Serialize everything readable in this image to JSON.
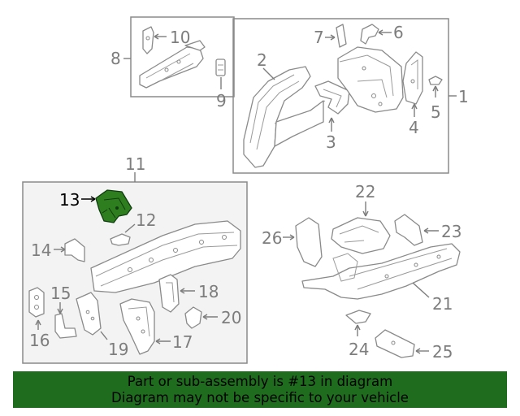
{
  "highlight_color": "#2e7d1e",
  "banner_color": "#1f6c1f",
  "callouts": {
    "c1": "1",
    "c2": "2",
    "c3": "3",
    "c4": "4",
    "c5": "5",
    "c6": "6",
    "c7": "7",
    "c8": "8",
    "c9": "9",
    "c10": "10",
    "c11": "11",
    "c12": "12",
    "c13": "13",
    "c14": "14",
    "c15": "15",
    "c16": "16",
    "c17": "17",
    "c18": "18",
    "c19": "19",
    "c20": "20",
    "c21": "21",
    "c22": "22",
    "c23": "23",
    "c24": "24",
    "c25": "25",
    "c26": "26"
  },
  "banner": {
    "line1": "Part or sub-assembly is #13 in diagram",
    "line2": "Diagram may not be specific to your vehicle"
  }
}
